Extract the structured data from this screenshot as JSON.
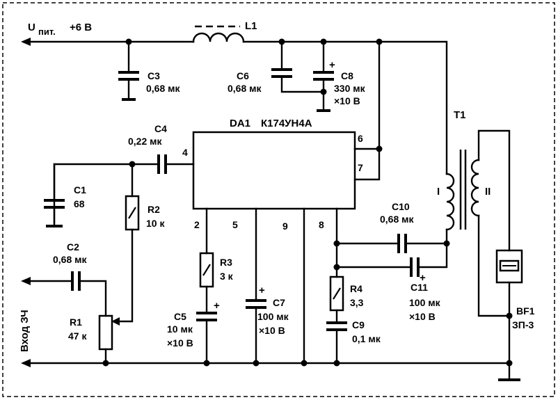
{
  "supply": {
    "label": "U",
    "sub": "пит.",
    "value": "+6 В"
  },
  "input_label": "Вход ЗЧ",
  "ic": {
    "name": "DA1",
    "type": "К174УН4А",
    "pins": [
      "4",
      "6",
      "7",
      "2",
      "5",
      "9",
      "8"
    ]
  },
  "components": {
    "L1": {
      "ref": "L1"
    },
    "C3": {
      "ref": "C3",
      "value": "0,68 мк"
    },
    "C6": {
      "ref": "C6",
      "value": "0,68 мк"
    },
    "C8": {
      "ref": "C8",
      "value": "330 мк",
      "voltage": "×10 В"
    },
    "C4": {
      "ref": "C4",
      "value": "0,22 мк"
    },
    "C1": {
      "ref": "C1",
      "value": "68"
    },
    "R2": {
      "ref": "R2",
      "value": "10 к"
    },
    "C2": {
      "ref": "C2",
      "value": "0,68 мк"
    },
    "R1": {
      "ref": "R1",
      "value": "47 к"
    },
    "R3": {
      "ref": "R3",
      "value": "3 к"
    },
    "C5": {
      "ref": "C5",
      "value": "10 мк",
      "voltage": "×10 В"
    },
    "C7": {
      "ref": "C7",
      "value": "100 мк",
      "voltage": "×10 В"
    },
    "C10": {
      "ref": "C10",
      "value": "0,68 мк"
    },
    "C11": {
      "ref": "C11",
      "value": "100 мк",
      "voltage": "×10 В"
    },
    "R4": {
      "ref": "R4",
      "value": "3,3"
    },
    "C9": {
      "ref": "C9",
      "value": "0,1 мк"
    },
    "T1": {
      "ref": "T1",
      "primary": "I",
      "secondary": "II"
    },
    "BF1": {
      "ref": "BF1",
      "value": "ЗП-3"
    }
  }
}
